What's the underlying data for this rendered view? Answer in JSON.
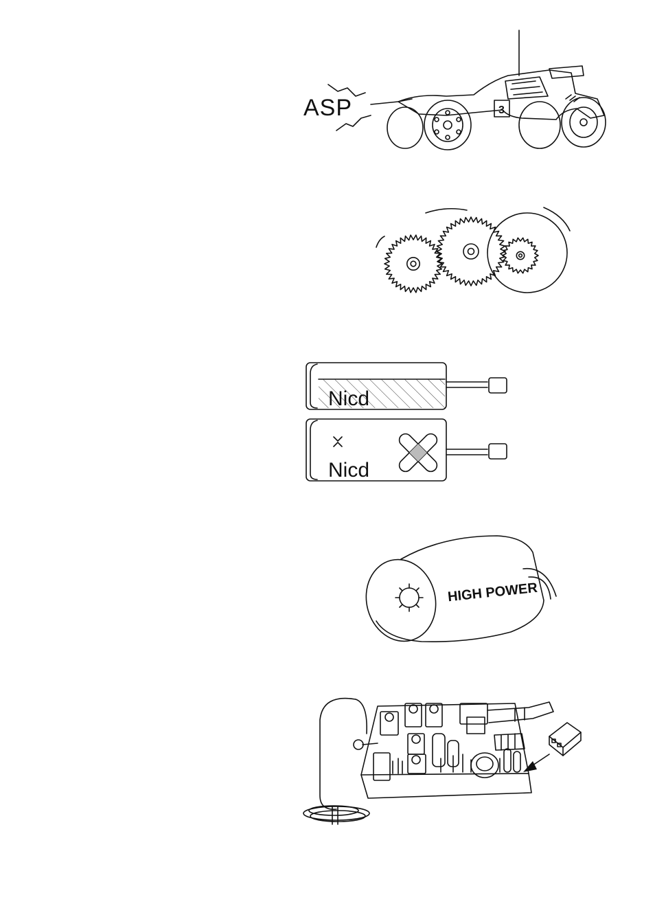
{
  "illustrations": {
    "buggy": {
      "sound_text": "ASP",
      "car_number": "3"
    },
    "gears": {},
    "battery": {
      "pack_top_label": "Nicd",
      "pack_bottom_label": "Nicd"
    },
    "motor": {
      "label": "HIGH POWER"
    },
    "receiver": {}
  }
}
